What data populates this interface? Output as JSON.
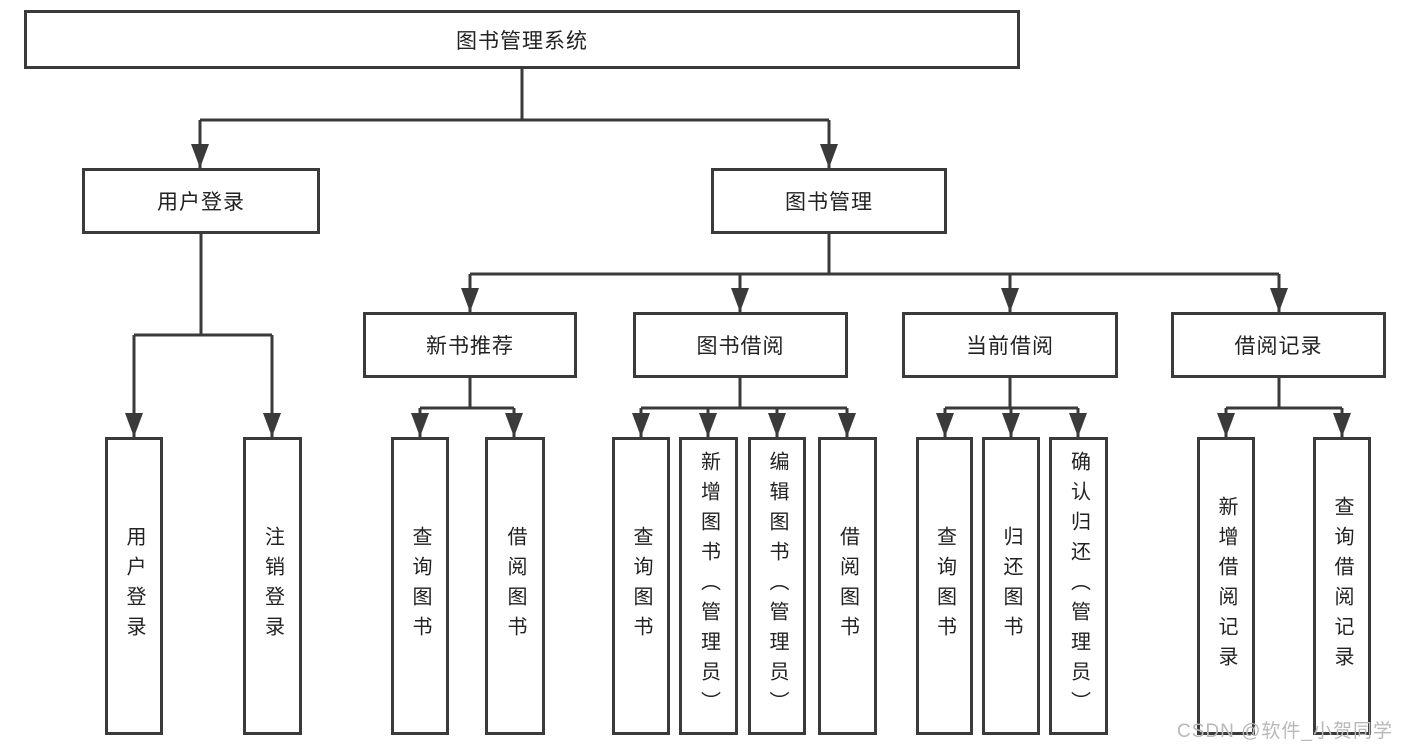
{
  "diagram": {
    "title": "图书管理系统",
    "branches": [
      {
        "label": "用户登录",
        "leaves": [
          "用户登录",
          "注销登录"
        ]
      },
      {
        "label": "图书管理",
        "groups": [
          {
            "label": "新书推荐",
            "leaves": [
              "查询图书",
              "借阅图书"
            ]
          },
          {
            "label": "图书借阅",
            "leaves": [
              "查询图书",
              "新增图书（管理员）",
              "编辑图书（管理员）",
              "借阅图书"
            ]
          },
          {
            "label": "当前借阅",
            "leaves": [
              "查询图书",
              "归还图书",
              "确认归还（管理员）"
            ]
          },
          {
            "label": "借阅记录",
            "leaves": [
              "新增借阅记录",
              "查询借阅记录"
            ]
          }
        ]
      }
    ]
  },
  "watermark": "CSDN @软件_小贺同学",
  "colors": {
    "line": "#3a3a3a",
    "text": "#222222",
    "watermark": "#b8b8b8",
    "background": "#ffffff"
  }
}
